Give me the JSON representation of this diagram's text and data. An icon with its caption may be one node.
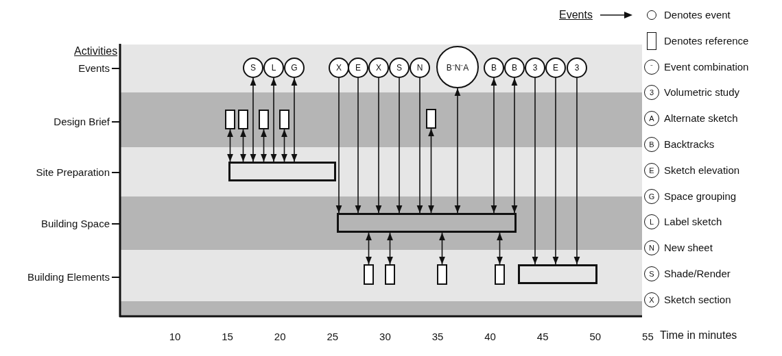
{
  "diagram": {
    "nodes": [
      {
        "text": [
          "S"
        ]
      },
      {
        "text": [
          "L"
        ]
      },
      {
        "text": [
          "G"
        ]
      },
      {
        "text": [
          "X"
        ]
      },
      {
        "text": [
          "E"
        ]
      },
      {
        "text": [
          "X"
        ]
      },
      {
        "text": [
          "S"
        ]
      },
      {
        "text": [
          "N"
        ]
      },
      {
        "text": [
          "B⁻N⁻A"
        ]
      },
      {
        "text": [
          "B"
        ]
      },
      {
        "text": [
          "B"
        ]
      },
      {
        "text": [
          "3"
        ]
      },
      {
        "text": [
          "E"
        ]
      },
      {
        "text": [
          "3"
        ]
      },
      {
        "text": [],
        "shape": "box"
      },
      {
        "text": [],
        "shape": "box"
      },
      {
        "text": [],
        "shape": "box"
      },
      {
        "text": [],
        "shape": "box"
      },
      {
        "text": [],
        "shape": "box"
      },
      {
        "text": [],
        "shape": "bar"
      },
      {
        "text": [],
        "shape": "bar"
      },
      {
        "text": [],
        "shape": "box"
      },
      {
        "text": [],
        "shape": "box"
      },
      {
        "text": [],
        "shape": "box"
      },
      {
        "text": [],
        "shape": "box"
      },
      {
        "text": [],
        "shape": "bar"
      }
    ],
    "edges": [
      {
        "from": 14,
        "to": 19,
        "arrow": "both"
      },
      {
        "from": 15,
        "to": 19,
        "arrow": "both"
      },
      {
        "from": 0,
        "to": 19,
        "arrow": "both"
      },
      {
        "from": 16,
        "to": 19,
        "arrow": "both"
      },
      {
        "from": 1,
        "to": 19,
        "arrow": "both"
      },
      {
        "from": 17,
        "to": 19,
        "arrow": "both"
      },
      {
        "from": 2,
        "to": 19,
        "arrow": "both"
      },
      {
        "from": 3,
        "to": 20,
        "arrow": "to"
      },
      {
        "from": 4,
        "to": 20,
        "arrow": "to"
      },
      {
        "from": 5,
        "to": 20,
        "arrow": "to"
      },
      {
        "from": 6,
        "to": 20,
        "arrow": "to"
      },
      {
        "from": 7,
        "to": 20,
        "arrow": "to"
      },
      {
        "from": 18,
        "to": 20,
        "arrow": "both"
      },
      {
        "from": 8,
        "to": 20,
        "arrow": "both"
      },
      {
        "from": 9,
        "to": 20,
        "arrow": "both"
      },
      {
        "from": 10,
        "to": 20,
        "arrow": "both"
      },
      {
        "from": 20,
        "to": 21,
        "arrow": "both"
      },
      {
        "from": 20,
        "to": 22,
        "arrow": "both"
      },
      {
        "from": 20,
        "to": 23,
        "arrow": "both"
      },
      {
        "from": 20,
        "to": 24,
        "arrow": "both"
      },
      {
        "from": 11,
        "to": 25,
        "arrow": "to"
      },
      {
        "from": 12,
        "to": 25,
        "arrow": "to"
      },
      {
        "from": 13,
        "to": 25,
        "arrow": "to"
      }
    ],
    "labels": [
      "Activities",
      "Events",
      "Events",
      "Design Brief",
      "Site Preparation",
      "Building Space",
      "Building Elements",
      "10",
      "15",
      "20",
      "25",
      "30",
      "35",
      "40",
      "45",
      "50",
      "55",
      "Time in minutes",
      "⁻",
      "3",
      "A",
      "B",
      "E",
      "G",
      "L",
      "N",
      "S",
      "X"
    ],
    "legend": [
      {
        "text": "Denotes event"
      },
      {
        "text": "Denotes reference"
      },
      {
        "text": "Event combination"
      },
      {
        "text": "Volumetric study"
      },
      {
        "text": "Alternate sketch"
      },
      {
        "text": "Backtracks"
      },
      {
        "text": "Sketch elevation"
      },
      {
        "text": "Space grouping"
      },
      {
        "text": "Label sketch"
      },
      {
        "text": "New sheet"
      },
      {
        "text": "Shade/Render"
      },
      {
        "text": "Sketch section"
      }
    ]
  }
}
